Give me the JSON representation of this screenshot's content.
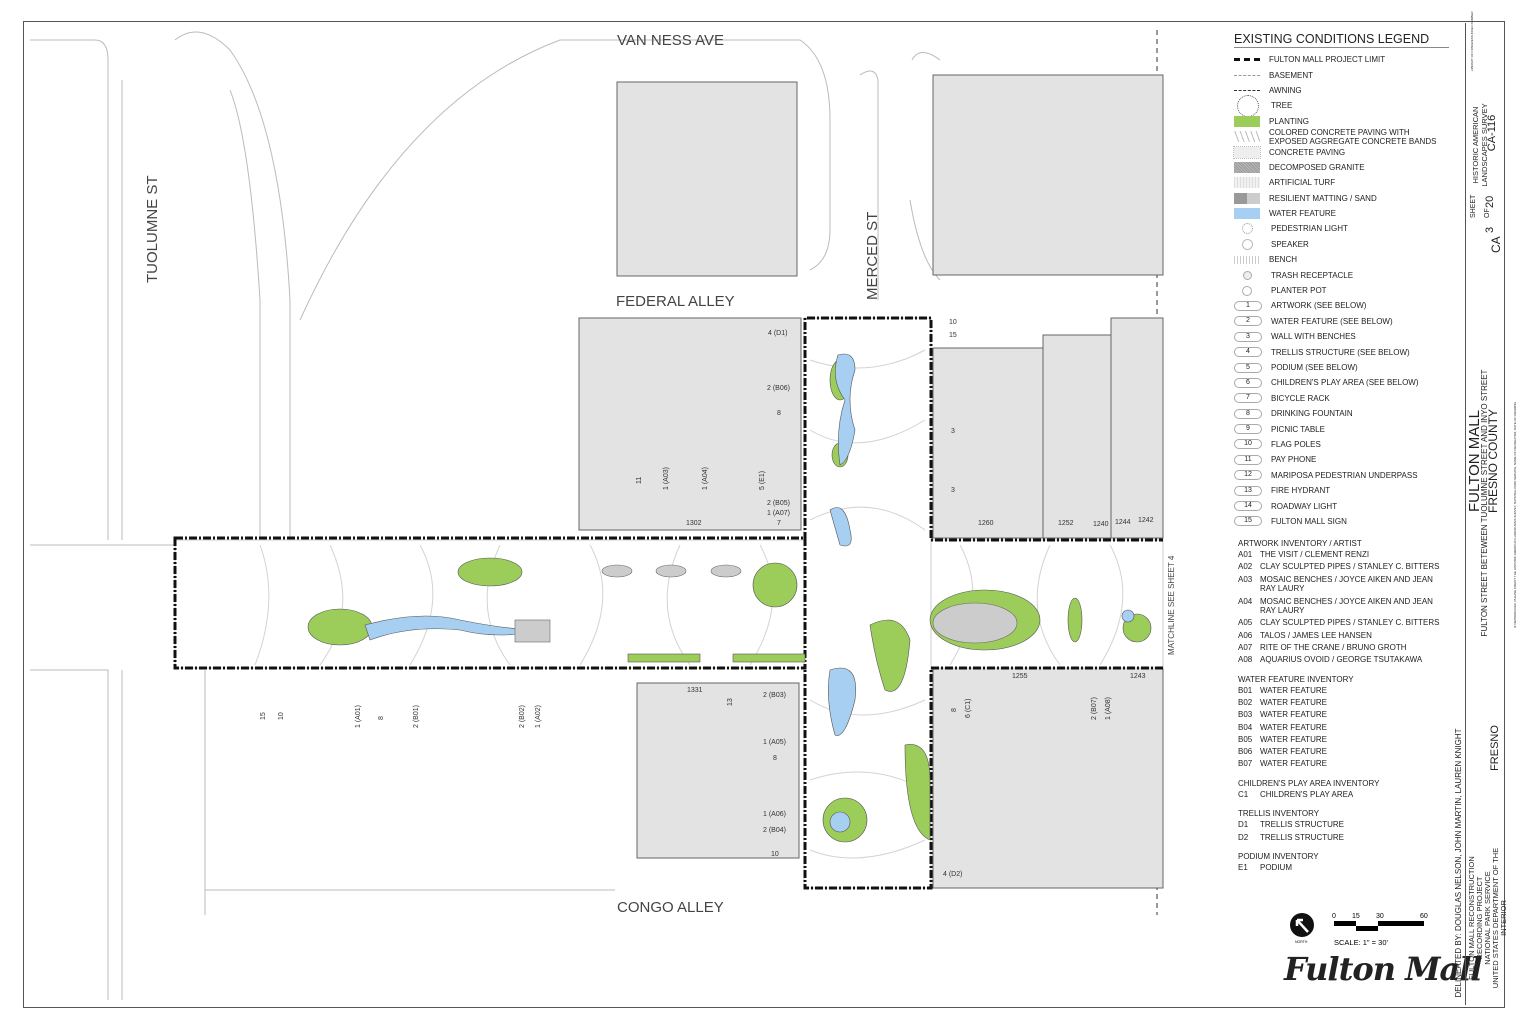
{
  "map": {
    "streets": [
      "VAN NESS AVE",
      "FEDERAL ALLEY",
      "MERCED ST",
      "TUOLUMNE ST",
      "CONGO ALLEY",
      "MATCHLINE SEE SHEET 4"
    ],
    "addresses": [
      "1302",
      "1260",
      "1252",
      "1240",
      "1244",
      "1242",
      "1331",
      "1255",
      "1243"
    ],
    "callouts": [
      "4 (D1)",
      "2 (B06)",
      "8",
      "11",
      "1 (A03)",
      "1 (A04)",
      "5 (E1)",
      "2 (B05)",
      "1 (A07)",
      "7",
      "10",
      "15",
      "3",
      "3",
      "15",
      "10",
      "1 (A01)",
      "8",
      "2 (B01)",
      "2 (B02)",
      "1 (A02)",
      "2 (B03)",
      "13",
      "1 (A05)",
      "8",
      "1 (A06)",
      "2 (B04)",
      "10",
      "8",
      "6 (C1)",
      "2 (B07)",
      "1 (A08)",
      "4 (D2)"
    ],
    "colors": {
      "planting": "#9ccc5a",
      "water": "#a6cff2",
      "building": "#e3e3e3"
    }
  },
  "legend": {
    "title": "EXISTING CONDITIONS LEGEND",
    "items": [
      {
        "icon": "project-limit-line",
        "label": "FULTON MALL PROJECT LIMIT"
      },
      {
        "icon": "basement-line",
        "label": "BASEMENT"
      },
      {
        "icon": "awning-line",
        "label": "AWNING"
      },
      {
        "icon": "tree-icon",
        "label": "TREE"
      },
      {
        "icon": "planting-swatch",
        "label": "PLANTING"
      },
      {
        "icon": "colored-paving-swatch",
        "label": "COLORED CONCRETE PAVING WITH EXPOSED AGGREGATE CONCRETE BANDS"
      },
      {
        "icon": "concrete-swatch",
        "label": "CONCRETE PAVING"
      },
      {
        "icon": "granite-swatch",
        "label": "DECOMPOSED GRANITE"
      },
      {
        "icon": "turf-swatch",
        "label": "ARTIFICIAL TURF"
      },
      {
        "icon": "matting-swatch",
        "label": "RESILIENT MATTING / SAND"
      },
      {
        "icon": "water-swatch",
        "label": "WATER FEATURE"
      },
      {
        "icon": "pedestrian-light-icon",
        "label": "PEDESTRIAN LIGHT"
      },
      {
        "icon": "speaker-icon",
        "label": "SPEAKER"
      },
      {
        "icon": "bench-icon",
        "label": "BENCH"
      },
      {
        "icon": "trash-receptacle-icon",
        "label": "TRASH RECEPTACLE"
      },
      {
        "icon": "planter-pot-icon",
        "label": "PLANTER POT"
      },
      {
        "num": "1",
        "label": "ARTWORK (SEE BELOW)"
      },
      {
        "num": "2",
        "label": "WATER FEATURE (SEE BELOW)"
      },
      {
        "num": "3",
        "label": "WALL WITH BENCHES"
      },
      {
        "num": "4",
        "label": "TRELLIS STRUCTURE (SEE BELOW)"
      },
      {
        "num": "5",
        "label": "PODIUM  (SEE BELOW)"
      },
      {
        "num": "6",
        "label": "CHILDREN'S PLAY AREA  (SEE BELOW)"
      },
      {
        "num": "7",
        "label": "BICYCLE RACK"
      },
      {
        "num": "8",
        "label": "DRINKING FOUNTAIN"
      },
      {
        "num": "9",
        "label": "PICNIC TABLE"
      },
      {
        "num": "10",
        "label": "FLAG POLES"
      },
      {
        "num": "11",
        "label": "PAY PHONE"
      },
      {
        "num": "12",
        "label": "MARIPOSA PEDESTRIAN UNDERPASS"
      },
      {
        "num": "13",
        "label": "FIRE HYDRANT"
      },
      {
        "num": "14",
        "label": "ROADWAY LIGHT"
      },
      {
        "num": "15",
        "label": "FULTON MALL SIGN"
      }
    ],
    "inventories": [
      {
        "title": "ARTWORK INVENTORY / ARTIST",
        "rows": [
          [
            "A01",
            "THE VISIT / CLEMENT RENZI"
          ],
          [
            "A02",
            "CLAY SCULPTED PIPES / STANLEY C. BITTERS"
          ],
          [
            "A03",
            "MOSAIC BENCHES / JOYCE AIKEN AND JEAN RAY LAURY"
          ],
          [
            "A04",
            "MOSAIC BENCHES / JOYCE AIKEN AND JEAN RAY LAURY"
          ],
          [
            "A05",
            "CLAY SCULPTED PIPES / STANLEY C. BITTERS"
          ],
          [
            "A06",
            "TALOS / JAMES LEE HANSEN"
          ],
          [
            "A07",
            "RITE OF THE CRANE / BRUNO GROTH"
          ],
          [
            "A08",
            "AQUARIUS OVOID / GEORGE TSUTAKAWA"
          ]
        ]
      },
      {
        "title": "WATER FEATURE INVENTORY",
        "rows": [
          [
            "B01",
            "WATER FEATURE"
          ],
          [
            "B02",
            "WATER FEATURE"
          ],
          [
            "B03",
            "WATER FEATURE"
          ],
          [
            "B04",
            "WATER FEATURE"
          ],
          [
            "B05",
            "WATER FEATURE"
          ],
          [
            "B06",
            "WATER FEATURE"
          ],
          [
            "B07",
            "WATER FEATURE"
          ]
        ]
      },
      {
        "title": "CHILDREN'S PLAY AREA INVENTORY",
        "rows": [
          [
            "C1",
            "CHILDREN'S PLAY AREA"
          ]
        ]
      },
      {
        "title": "TRELLIS INVENTORY",
        "rows": [
          [
            "D1",
            "TRELLIS STRUCTURE"
          ],
          [
            "D2",
            "TRELLIS STRUCTURE"
          ]
        ]
      },
      {
        "title": "PODIUM INVENTORY",
        "rows": [
          [
            "E1",
            "PODIUM"
          ]
        ]
      }
    ]
  },
  "scale": {
    "ticks": [
      "0",
      "15",
      "30",
      "60"
    ],
    "label": "SCALE: 1\" = 30'",
    "north": "NORTH"
  },
  "logo": "Fulton Mall",
  "title_block": {
    "loc_label": "LIBRARY OF CONGRESS INDEX NUMBER",
    "survey": "HISTORIC AMERICAN LANDSCAPES SURVEY",
    "survey_no": "CA-116",
    "sheet_label": "SHEET",
    "sheet_no": "3",
    "sheet_of": "OF",
    "sheet_total": "20",
    "state": "CA",
    "title": "FULTON MALL",
    "subtitle": "FULTON STREET BETEWEEN TUOLUMNE STREET AND INYO STREET",
    "county": "FRESNO COUNTY",
    "city": "FRESNO",
    "credit": "IF REPRODUCED, PLEASE CREDIT THE HISTORIC AMERICAN LANDSCAPES SURVEY, NATIONAL PARK SERVICE, NAME OF DELINEATOR, DATE OF DRAWING",
    "delineated": "DELINEATED BY: DOUGLAS NELSON, JOHN MARTIN, LAUREN KNIGHT",
    "project": [
      "FULTON MALL RECONSTRUCTION",
      "RECORDING PROJECT",
      "NATIONAL PARK SERVICE",
      "UNITED STATES DEPARTMENT OF THE INTERIOR"
    ]
  }
}
